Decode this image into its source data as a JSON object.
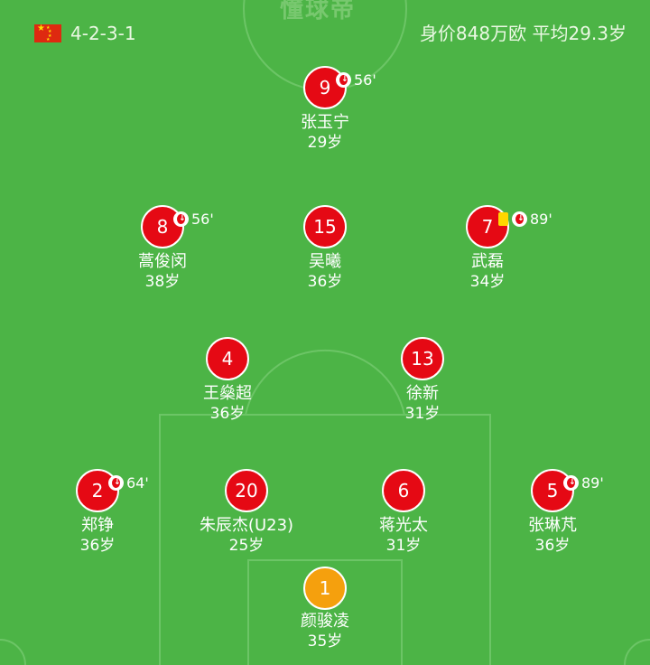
{
  "header": {
    "formation": "4-2-3-1",
    "team_value": "身价848万欧 平均29.3岁",
    "watermark": "懂球帝",
    "flag": "china-flag"
  },
  "colors": {
    "pitch": "#4cb446",
    "player": "#e50914",
    "goalkeeper": "#f5a00d",
    "yellow_card": "#ffd700"
  },
  "players": [
    {
      "number": "9",
      "name": "张玉宁",
      "age": "29岁",
      "sub": "56'"
    },
    {
      "number": "8",
      "name": "蒿俊闵",
      "age": "38岁",
      "sub": "56'"
    },
    {
      "number": "15",
      "name": "吴曦",
      "age": "36岁"
    },
    {
      "number": "7",
      "name": "武磊",
      "age": "34岁",
      "sub": "89'",
      "yellow_card": true
    },
    {
      "number": "4",
      "name": "王燊超",
      "age": "36岁"
    },
    {
      "number": "13",
      "name": "徐新",
      "age": "31岁"
    },
    {
      "number": "2",
      "name": "郑铮",
      "age": "36岁",
      "sub": "64'"
    },
    {
      "number": "20",
      "name": "朱辰杰(U23)",
      "age": "25岁"
    },
    {
      "number": "6",
      "name": "蒋光太",
      "age": "31岁"
    },
    {
      "number": "5",
      "name": "张琳芃",
      "age": "36岁",
      "sub": "89'"
    },
    {
      "number": "1",
      "name": "颜骏凌",
      "age": "35岁",
      "goalkeeper": true
    }
  ]
}
